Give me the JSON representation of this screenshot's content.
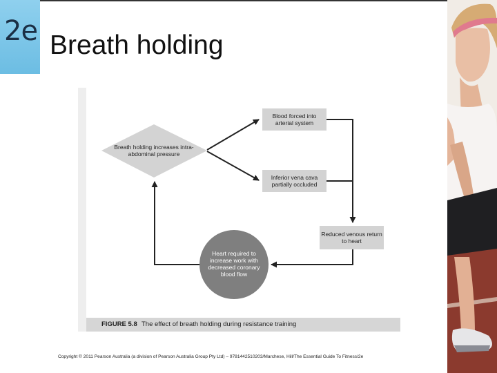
{
  "slide": {
    "badge": "2e",
    "title": "Breath holding"
  },
  "figure": {
    "label": "FIGURE 5.8",
    "caption": "The effect of breath holding during resistance training",
    "nodes": {
      "breath_holding": "Breath holding increases intra-abdominal pressure",
      "blood_forced": "Blood forced into arterial system",
      "vena_cava": "Inferior vena cava partially occluded",
      "reduced_venous": "Reduced venous return to heart",
      "heart_work": "Heart required to increase work with decreased coronary blood flow"
    }
  },
  "footer": {
    "copyright": "Copyright © 2011 Pearson Australia (a division of Pearson Australia Group Pty Ltd) – 9781442510203/Marchese, Hill/The Essential Guide To Fitness/2e"
  },
  "colors": {
    "badge": "#7cc8ea",
    "node_fill": "#d3d3d3",
    "circle_fill": "#7f7f7f",
    "arrow": "#222222"
  }
}
